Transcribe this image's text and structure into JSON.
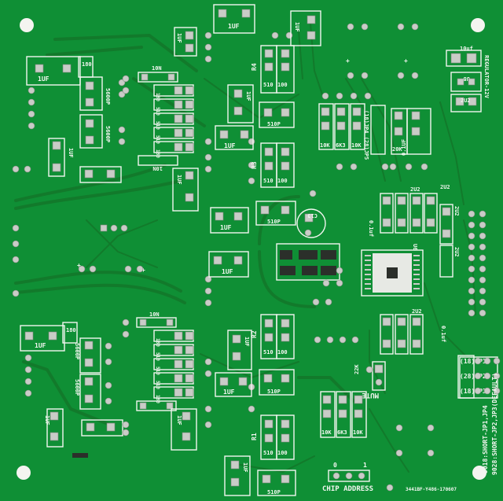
{
  "board": {
    "bg_color": "#0f8f35",
    "silk_color": "#f2f6f0",
    "footer_code": "3441BF-Y486-170607",
    "chip_address": "CHIP ADDRESS",
    "chip_addr_0": "0",
    "chip_addr_1": "1",
    "regulator": "REGULATOR-12V",
    "mute": "MUTE",
    "jp_note_1": "9018:SHORT-JP1,JP4",
    "jp_note_2": "9028:SHORT-JP2,JP3(DEFAULT)",
    "jp1": "(18)JP1",
    "jp2": "(28)JP2",
    "jp3": "(18)JP3",
    "jp45": "(18)JP4 (28)JP5"
  },
  "labels": {
    "c1uf": "1UF",
    "c10n": "10N",
    "c5600p": "5600P",
    "c510p": "510P",
    "r510": "510",
    "r100": "100",
    "r180": "180",
    "r510v": "510",
    "r10k": "10K",
    "r6k3": "6K3",
    "r20k": "20K",
    "r01": "0.1UF",
    "c2u2": "2U2",
    "c10uf": "10uf",
    "c0_1": "0.1uf",
    "r1": "R1",
    "r2": "R2",
    "r3": "R3",
    "r4": "R4",
    "u6": "U6",
    "c13": "C13",
    "r2k2": "22K"
  }
}
